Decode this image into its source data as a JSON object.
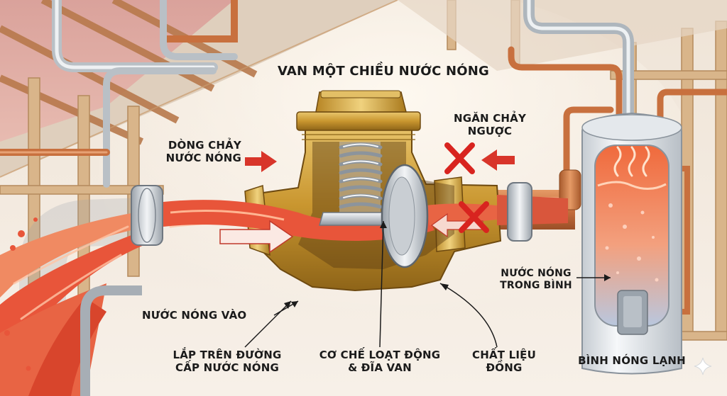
{
  "title": "VAN MỘT CHIỀU NƯỚC NÓNG",
  "labels": {
    "hot_flow": [
      "DÒNG CHẢY",
      "NƯỚC NÓNG"
    ],
    "backflow": [
      "NGĂN CHẢY",
      "NGƯỢC"
    ],
    "hot_in": "NƯỚC NÓNG VÀO",
    "install": [
      "LẮP TRÊN ĐƯỜNG",
      "CẤP NƯỚC NÓNG"
    ],
    "mechanism": [
      "CƠ CHẾ LOẠT ĐỘNG",
      "& ĐĨA VAN"
    ],
    "material": [
      "CHẤT LIỆU",
      "ĐỒNG"
    ],
    "tank_water": [
      "NƯỚC NÓNG",
      "TRONG BÌNH"
    ],
    "heater": "BÌNH NÓNG LẠNH"
  },
  "icons": [
    "sparkle-icon",
    "cross-icon",
    "arrow-icon"
  ],
  "colors": {
    "water": "#e8553a",
    "brass": "#c9962f",
    "copper": "#c8703e",
    "cross": "#d8241f",
    "arrow": "#d8352a",
    "tank": "#eef1f4"
  }
}
